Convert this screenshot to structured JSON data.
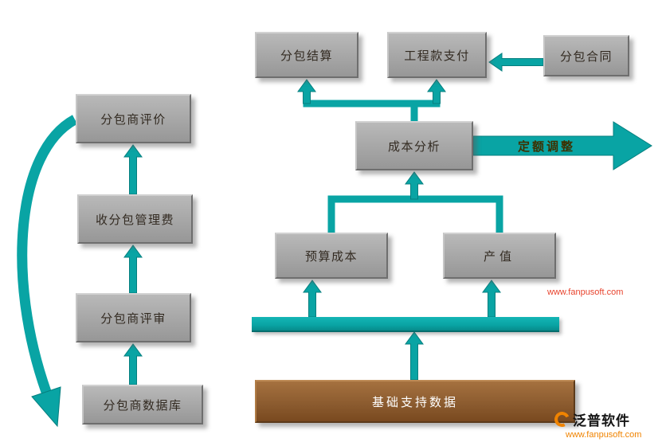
{
  "diagram": {
    "left_flow": {
      "evaluation": "分包商评价",
      "management_fee": "收分包管理费",
      "review": "分包商评审",
      "database": "分包商数据库"
    },
    "main_flow": {
      "settlement": "分包结算",
      "payment": "工程款支付",
      "contract": "分包合同",
      "cost_analysis": "成本分析",
      "quota_adjustment": "定额调整",
      "budget_cost": "预算成本",
      "output_value": "产值",
      "base_data": "基础支持数据"
    }
  },
  "branding": {
    "logo_text": "泛普软件",
    "logo_url": "www.fanpusoft.com",
    "watermark": "www.fanpusoft.com"
  },
  "colors": {
    "box_gray": "#a6a6a6",
    "arrow_teal": "#09a4a4",
    "base_brown": "#8a5a2e",
    "logo_orange": "#f08300",
    "watermark_red": "#e8432d"
  }
}
